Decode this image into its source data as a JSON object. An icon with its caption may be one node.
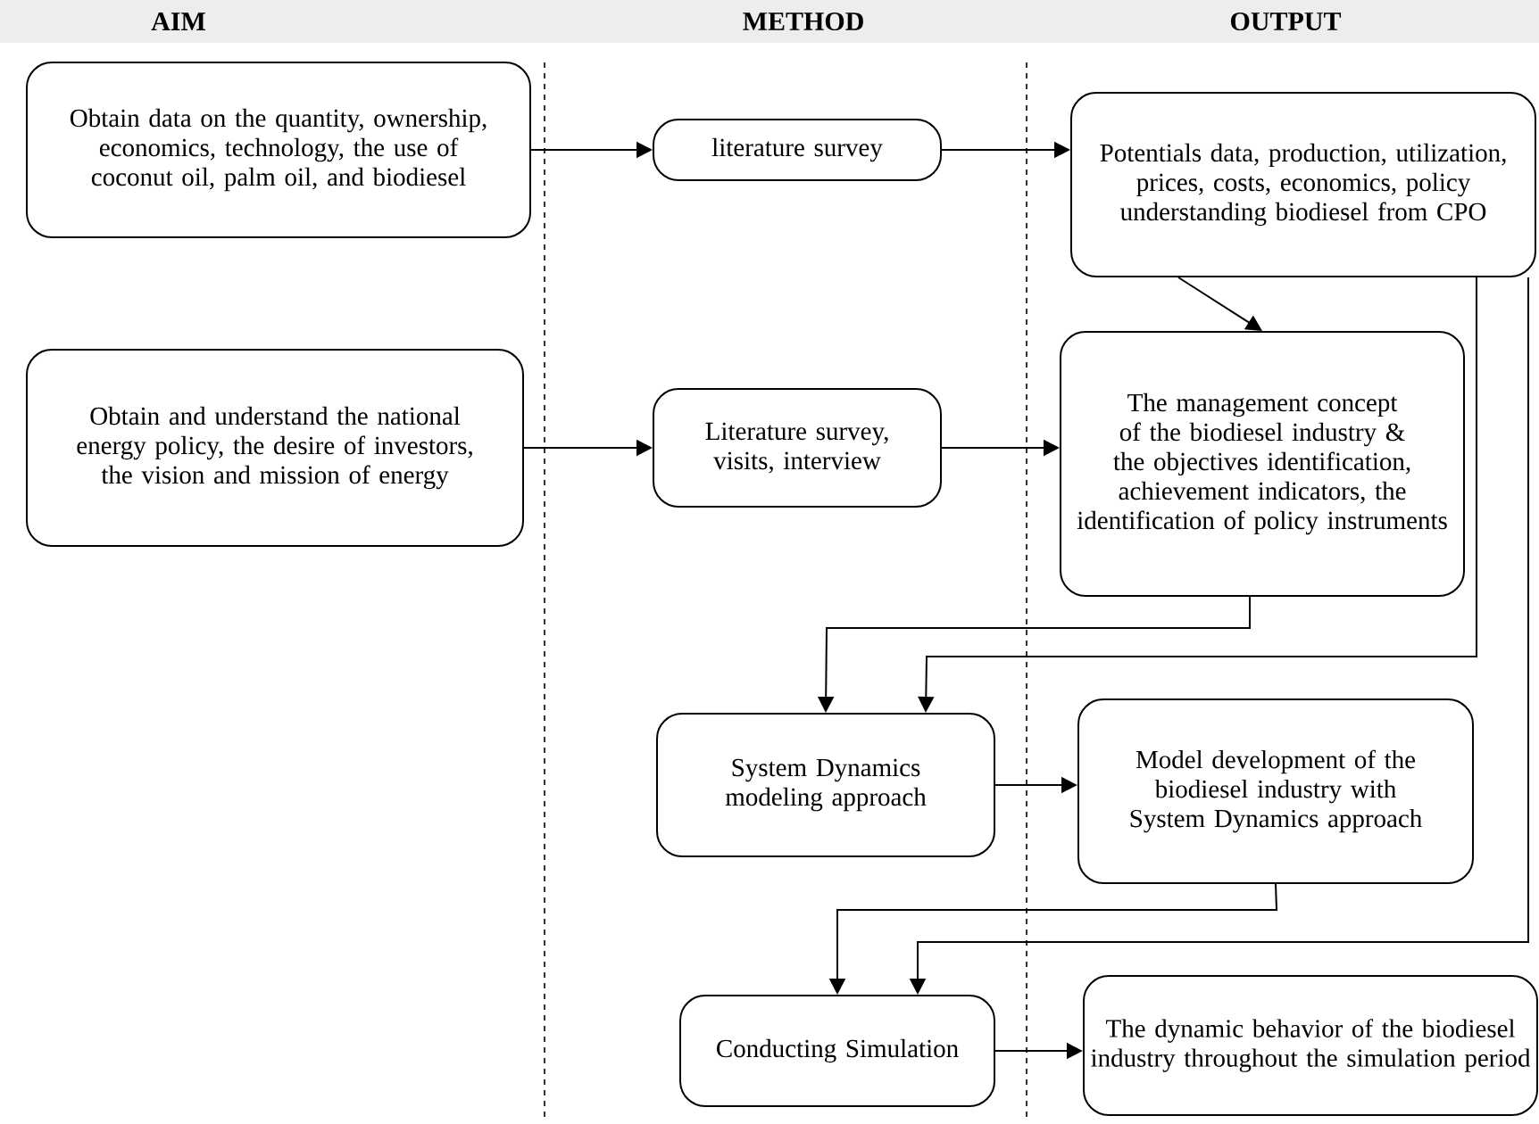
{
  "diagram": {
    "nodes": [
      {
        "text": [
          "Obtain data on the quantity, ownership, economics, technology, the use of coconut oil, palm oil, and biodiesel"
        ]
      },
      {
        "text": [
          "literature survey"
        ]
      },
      {
        "text": [
          "Potentials data, production, utilization, prices, costs, economics, policy understanding biodiesel from CPO"
        ]
      },
      {
        "text": [
          "Obtain and understand the national energy policy, the desire of investors, the vision and mission of energy"
        ]
      },
      {
        "text": [
          "Literature survey, visits, interview"
        ]
      },
      {
        "text": [
          "The management concept of the biodiesel industry & the objectives identification, achievement indicators, the identification of policy instruments"
        ]
      },
      {
        "text": [
          "System Dynamics modeling approach"
        ]
      },
      {
        "text": [
          "Model development of the biodiesel industry with System Dynamics approach"
        ]
      },
      {
        "text": [
          "Conducting Simulation"
        ]
      },
      {
        "text": [
          "The dynamic behavior of the biodiesel industry throughout the simulation period"
        ]
      }
    ],
    "edges": [
      {
        "from": 0,
        "to": 1,
        "arrow": "to"
      },
      {
        "from": 1,
        "to": 2,
        "arrow": "to"
      },
      {
        "from": 2,
        "to": 5,
        "arrow": "to"
      },
      {
        "from": 3,
        "to": 4,
        "arrow": "to"
      },
      {
        "from": 4,
        "to": 5,
        "arrow": "to"
      },
      {
        "from": 5,
        "to": 6,
        "arrow": "to"
      },
      {
        "from": 2,
        "to": 6,
        "arrow": "to"
      },
      {
        "from": 6,
        "to": 7,
        "arrow": "to"
      },
      {
        "from": 7,
        "to": 8,
        "arrow": "to"
      },
      {
        "from": 2,
        "to": 8,
        "arrow": "to"
      },
      {
        "from": 8,
        "to": 9,
        "arrow": "to"
      }
    ],
    "labels": [
      "AIM",
      "METHOD",
      "OUTPUT"
    ]
  }
}
